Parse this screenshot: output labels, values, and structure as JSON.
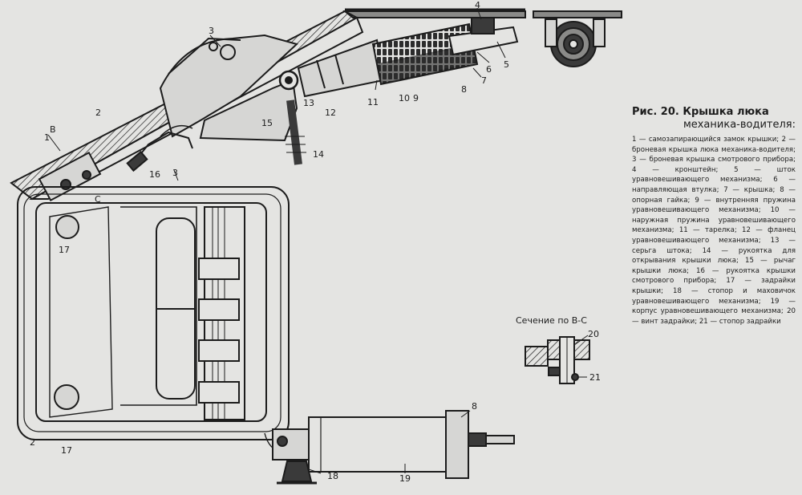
{
  "figure": {
    "title": "Рис. 20. Крышка люка",
    "subtitle": "механика-водителя:",
    "section_label": "Сечение по В-С"
  },
  "callouts": [
    "1",
    "2",
    "3",
    "4",
    "5",
    "6",
    "7",
    "8",
    "9",
    "10",
    "11",
    "12",
    "13",
    "14",
    "15",
    "16",
    "3",
    "17",
    "17",
    "2",
    "18",
    "19",
    "8",
    "В",
    "С",
    "20",
    "21"
  ],
  "legend": [
    {
      "num": "1",
      "text": "самозапирающийся замок крышки;"
    },
    {
      "num": "2",
      "text": "броневая крышка люка механика-водителя;"
    },
    {
      "num": "3",
      "text": "броневая крышка смотрового прибора;"
    },
    {
      "num": "4",
      "text": "кронштейн;"
    },
    {
      "num": "5",
      "text": "шток уравновешивающего механизма;"
    },
    {
      "num": "6",
      "text": "направляющая втулка;"
    },
    {
      "num": "7",
      "text": "крышка;"
    },
    {
      "num": "8",
      "text": "опорная гайка;"
    },
    {
      "num": "9",
      "text": "внутренняя пружина уравновешивающего механизма;"
    },
    {
      "num": "10",
      "text": "наружная пружина уравновешивающего механизма;"
    },
    {
      "num": "11",
      "text": "тарелка;"
    },
    {
      "num": "12",
      "text": "фланец уравновешивающего механизма;"
    },
    {
      "num": "13",
      "text": "серьга штока;"
    },
    {
      "num": "14",
      "text": "рукоятка для открывания крышки люка;"
    },
    {
      "num": "15",
      "text": "рычаг крышки люка;"
    },
    {
      "num": "16",
      "text": "рукоятка крышки смотрового прибора;"
    },
    {
      "num": "17",
      "text": "задрайки крышки;"
    },
    {
      "num": "18",
      "text": "стопор и маховичок уравновешивающего механизма;"
    },
    {
      "num": "19",
      "text": "корпус уравновешивающего механизма;"
    },
    {
      "num": "20",
      "text": "винт задрайки;"
    },
    {
      "num": "21",
      "text": "стопор задрайки"
    }
  ],
  "colors": {
    "paper": "#e4e4e2",
    "ink": "#1c1c1c",
    "dark_fill": "#3a3a3a",
    "mid_fill": "#8a8a88"
  }
}
